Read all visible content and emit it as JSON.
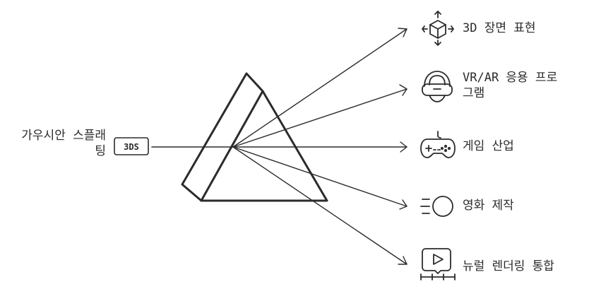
{
  "source": {
    "label_line1": "가우시안 스플래",
    "label_line2": "팅",
    "badge": "3DS"
  },
  "outputs": [
    {
      "label": "3D 장면 표현",
      "icon": "cube-move-icon"
    },
    {
      "label_line1": "VR/AR 응용 프로",
      "label_line2": "그램",
      "icon": "vr-headset-icon"
    },
    {
      "label": "게임 산업",
      "icon": "gamepad-icon"
    },
    {
      "label": "영화 제작",
      "icon": "speed-ball-icon"
    },
    {
      "label": "뉴럴 렌더링 통합",
      "icon": "video-play-icon"
    }
  ],
  "colors": {
    "stroke": "#2b2b2b",
    "background": "#ffffff"
  }
}
